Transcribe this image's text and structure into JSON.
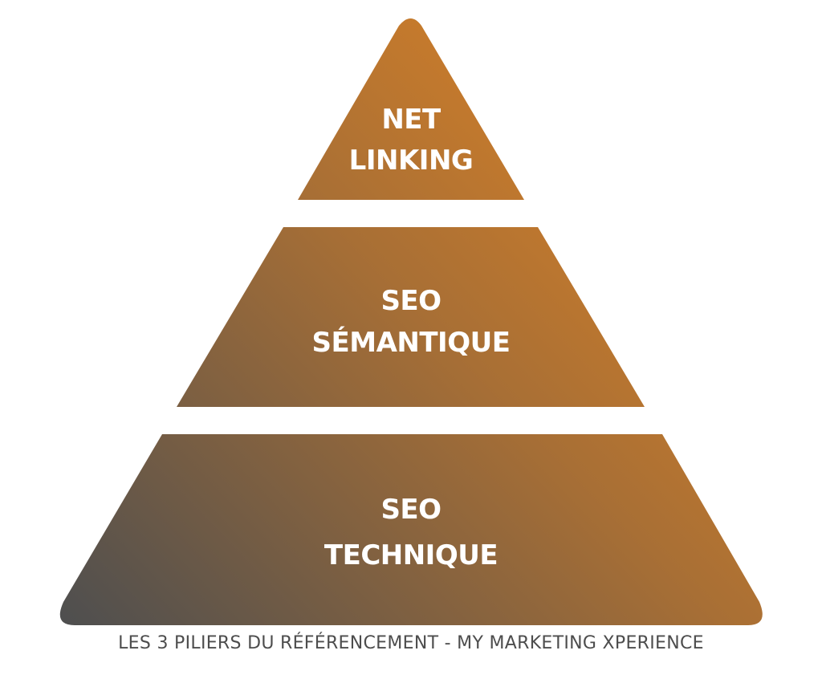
{
  "colors": {
    "gradient_start": "#4f4f4f",
    "gradient_end": "#e08424",
    "label": "#ffffff",
    "caption": "#4d4d4d",
    "background": "#ffffff"
  },
  "tiers": [
    {
      "line1": "NET",
      "line2": "LINKING"
    },
    {
      "line1": "SEO",
      "line2": "SÉMANTIQUE"
    },
    {
      "line1": "SEO",
      "line2": "TECHNIQUE"
    }
  ],
  "caption": "LES 3 PILIERS DU RÉFÉRENCEMENT - MY MARKETING XPERIENCE"
}
